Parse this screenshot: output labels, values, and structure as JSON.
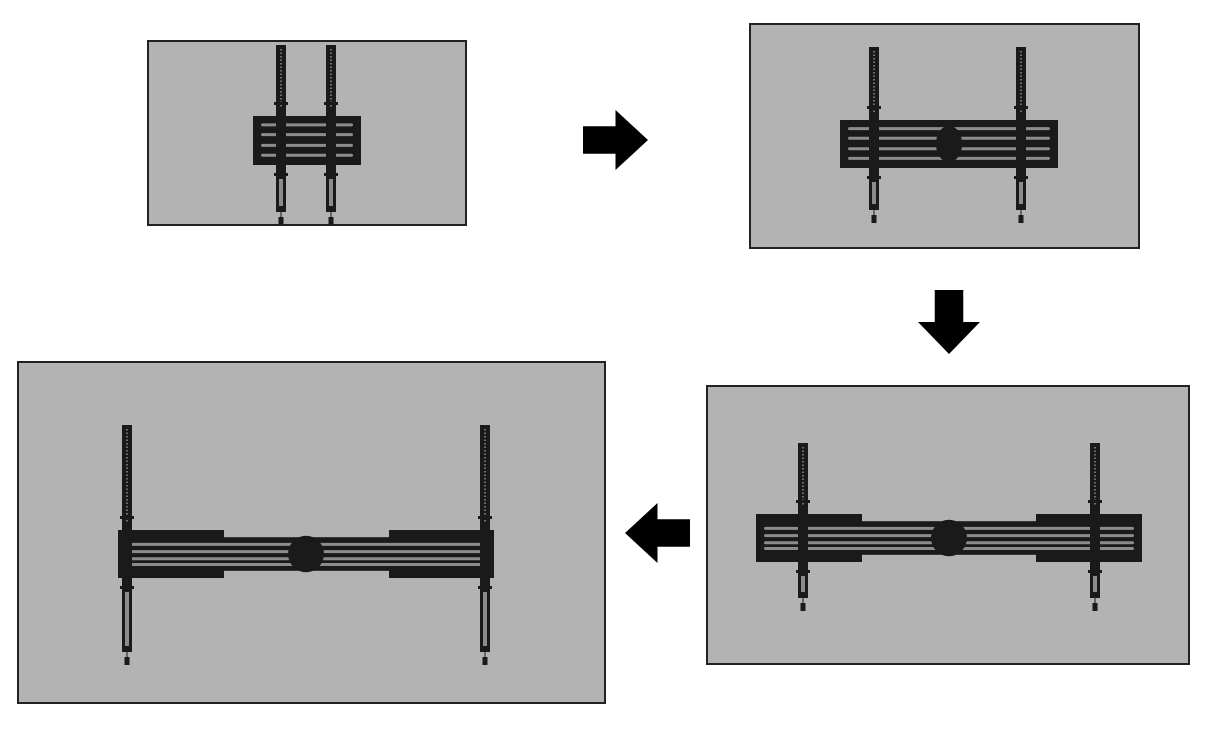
{
  "figure": {
    "steps": [
      {
        "stage": 1,
        "extension": "collapsed"
      },
      {
        "stage": 2,
        "extension": "partly-extended"
      },
      {
        "stage": 3,
        "extension": "extended"
      },
      {
        "stage": 4,
        "extension": "fully-extended"
      }
    ],
    "arrows": [
      "right",
      "down",
      "left"
    ]
  },
  "colors": {
    "panel": "#b3b3b3",
    "border": "#222222",
    "mount": "#1a1a1a",
    "slot": "#8c8c8c",
    "arrow": "#000000",
    "background": "#ffffff"
  }
}
